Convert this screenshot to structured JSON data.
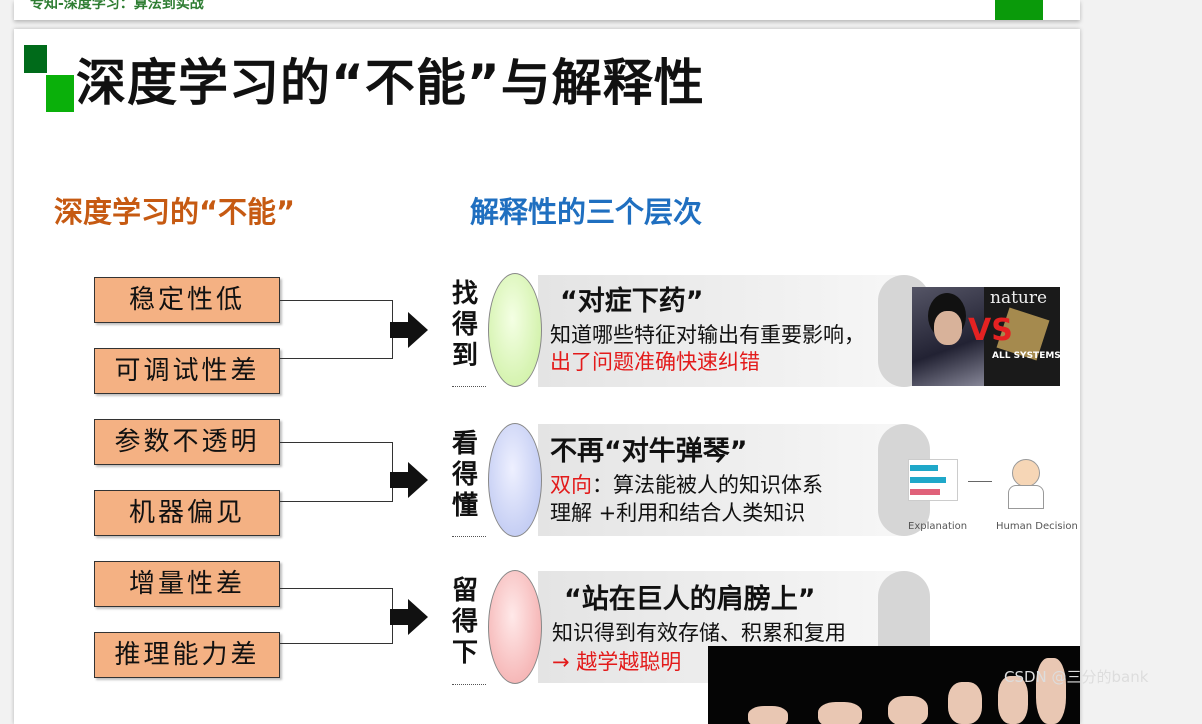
{
  "prev_slide": {
    "title": "专知-深度学习：算法到实战"
  },
  "slide": {
    "title": "深度学习的“不能”与解释性",
    "left_heading": "深度学习的“不能”",
    "right_heading": "解释性的三个层次",
    "inabilities": [
      "稳定性低",
      "可调试性差",
      "参数不透明",
      "机器偏见",
      "增量性差",
      "推理能力差"
    ],
    "levels": [
      {
        "label": "找\n得\n到",
        "heading": "“对症下药”",
        "line1": "知道哪些特征对输出有重要影响，",
        "line2_red": "出了问题准确快速纠错",
        "oval_color": "#d6f7b0"
      },
      {
        "label": "看\n得\n懂",
        "heading": "不再“对牛弹琴”",
        "line1_red": "双向",
        "line1_rest": "：算法能被人的知识体系",
        "line2": "理解 +利用和结合人类知识",
        "oval_color": "#c4cdf4"
      },
      {
        "label": "留\n得\n下",
        "heading": "“站在巨人的肩膀上”",
        "line1": "知识得到有效存储、积累和复用",
        "line2_red": "→ 越学越聪明",
        "oval_color": "#f7b7b7"
      }
    ],
    "image_go": {
      "nature": "nature",
      "vs": "VS",
      "caption": "ALL SYSTEMS GO"
    },
    "image_explanation": {
      "left_caption": "Explanation",
      "right_caption": "Human Decision"
    }
  },
  "watermark": "CSDN @三分的bank"
}
